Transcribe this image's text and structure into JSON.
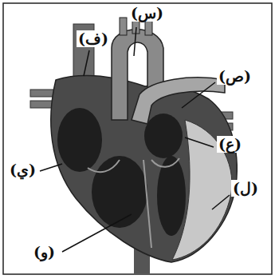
{
  "diagram": {
    "labels": [
      "(س)",
      "(ف)",
      "(ص)",
      "(ع)",
      "(ي)",
      "(ل)",
      "(و)"
    ]
  }
}
